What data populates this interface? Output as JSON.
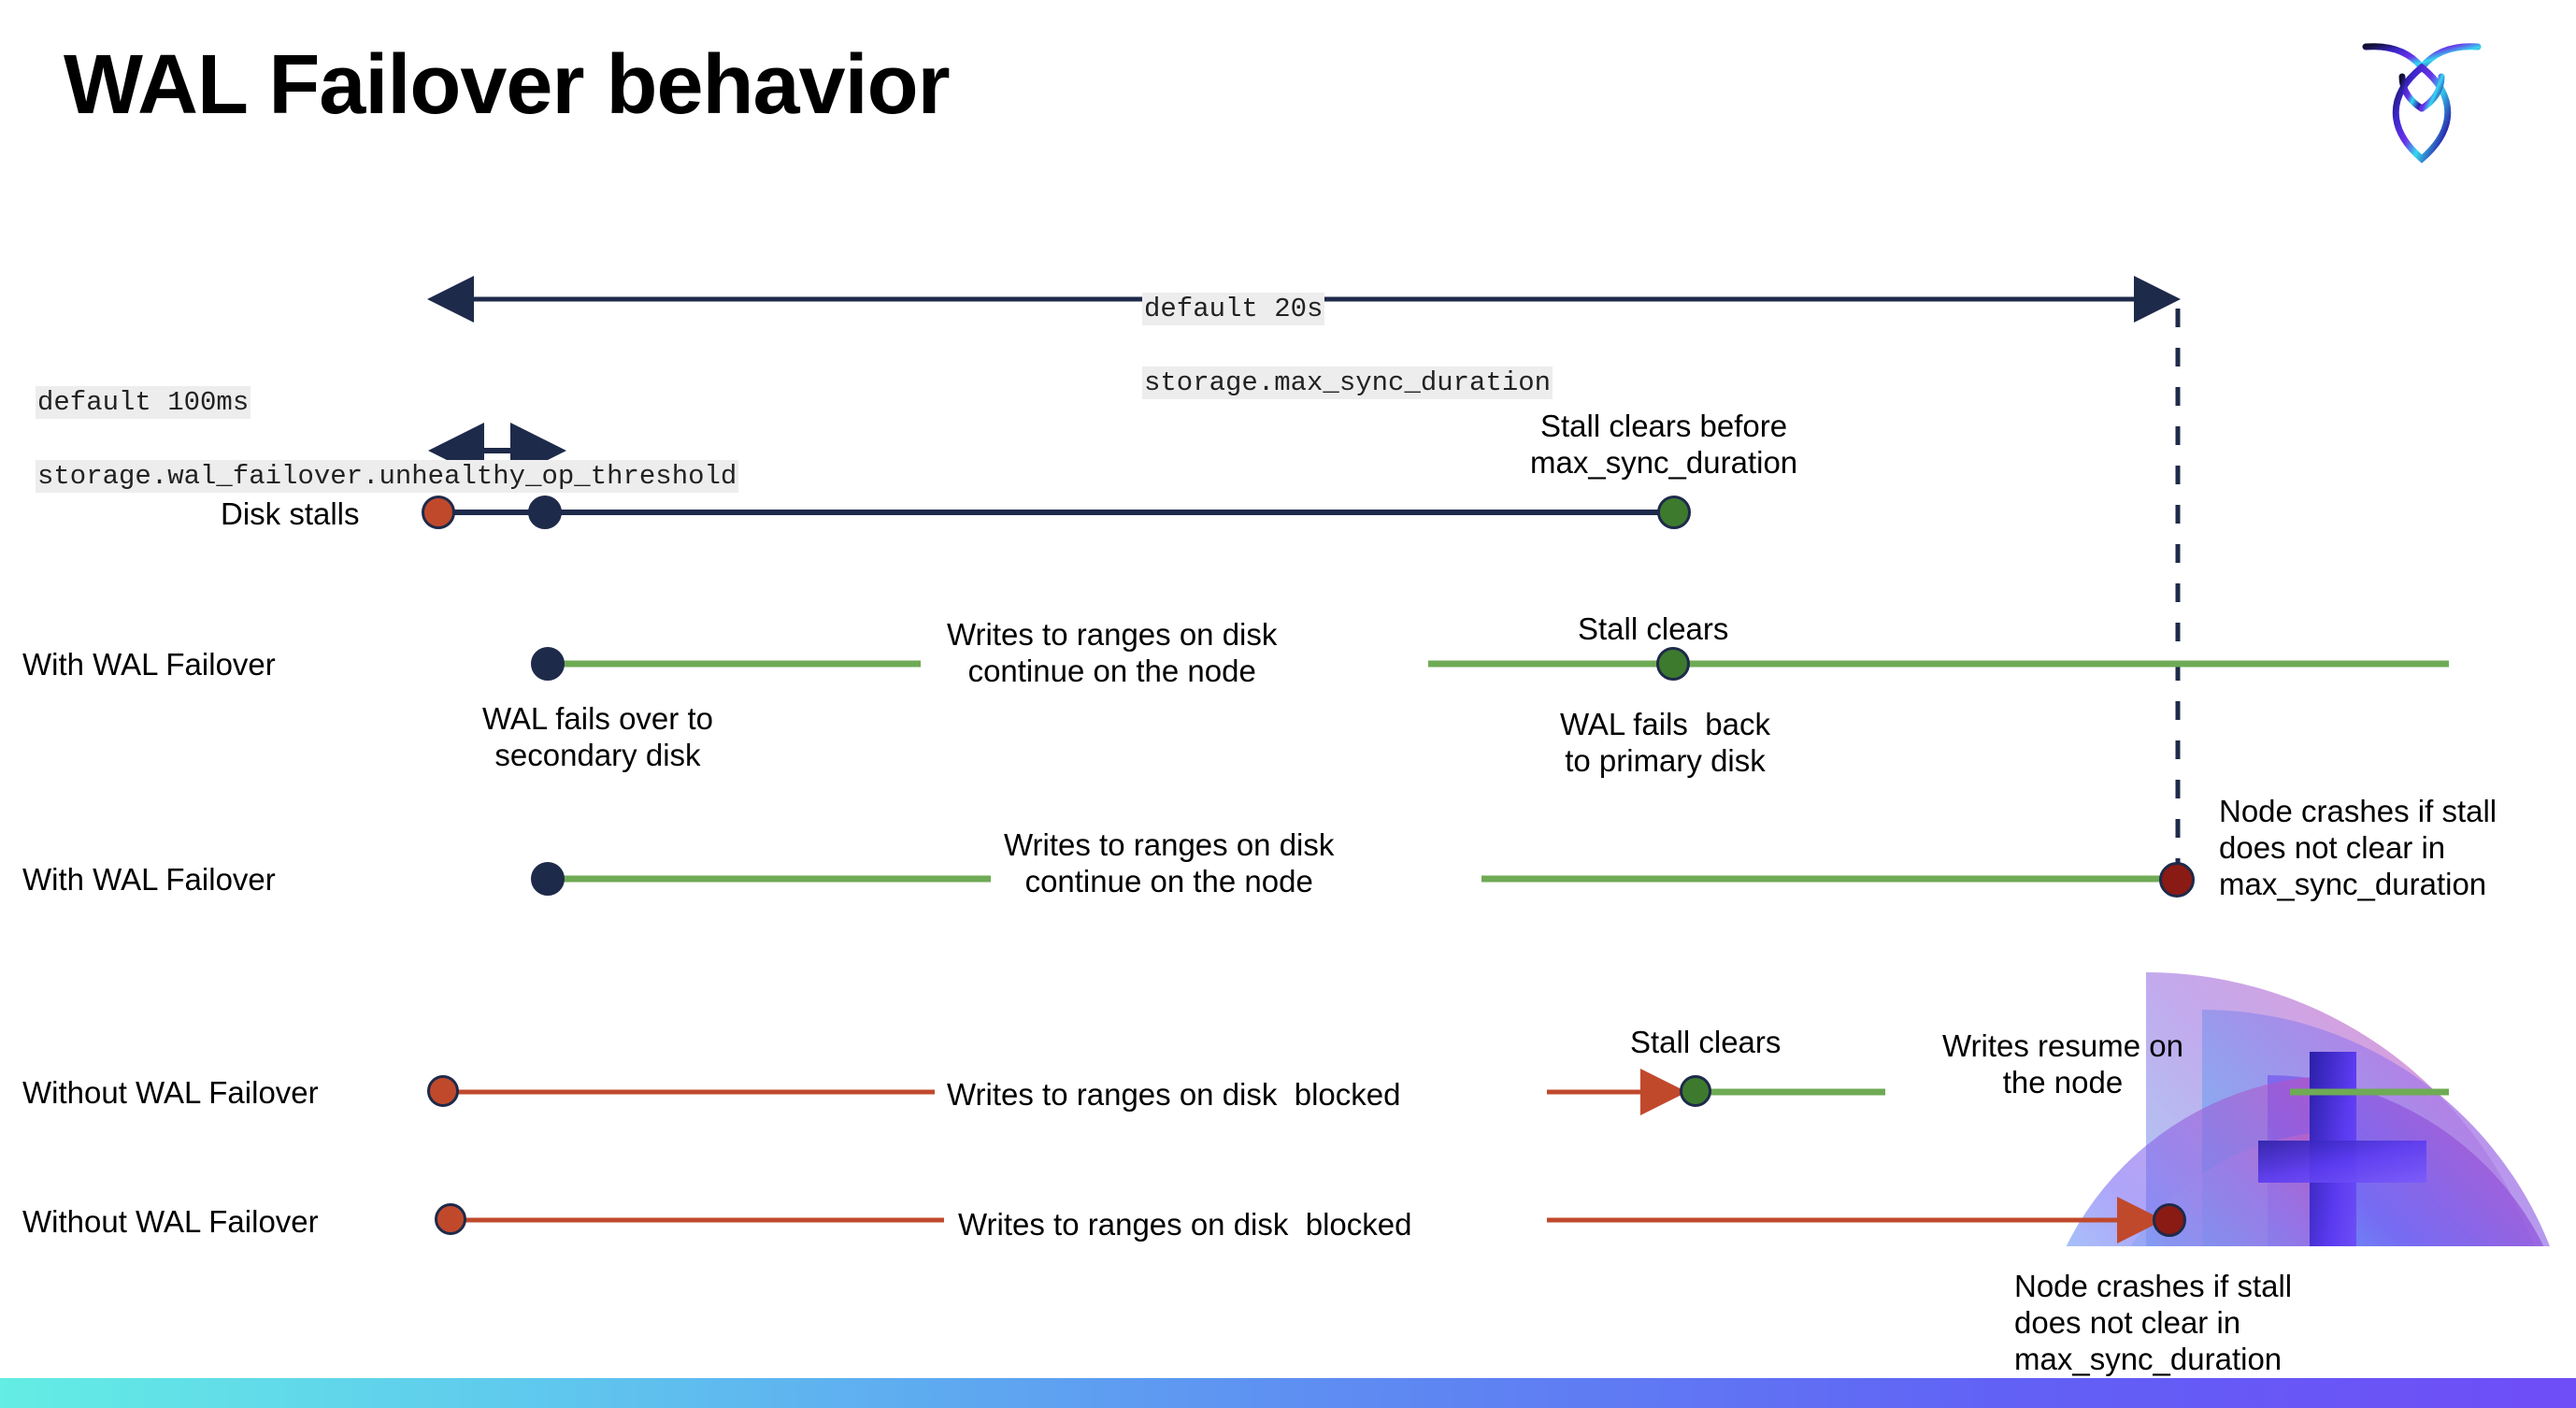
{
  "slide": {
    "title": "WAL Failover behavior",
    "logo_name": "cockroachdb-logo"
  },
  "annotations": {
    "max_sync": {
      "line1": "default 20s",
      "line2": "storage.max_sync_duration"
    },
    "unhealthy": {
      "line1": "default 100ms",
      "line2": "storage.wal_failover.unhealthy_op_threshold"
    }
  },
  "rows": [
    {
      "id": "disk-stalls",
      "label": "Disk stalls",
      "notes": [
        {
          "id": "stall-clears-before",
          "text": "Stall clears before\nmax_sync_duration"
        }
      ]
    },
    {
      "id": "with-wal-failover-1",
      "label": "With WAL Failover",
      "notes": [
        {
          "id": "writes-continue",
          "text": "Writes to ranges on disk\ncontinue on the node"
        },
        {
          "id": "stall-clears",
          "text": "Stall clears"
        },
        {
          "id": "wal-fails-over",
          "text": "WAL fails over to\nsecondary disk"
        },
        {
          "id": "wal-fails-back",
          "text": "WAL fails  back\nto primary disk"
        }
      ]
    },
    {
      "id": "with-wal-failover-2",
      "label": "With WAL Failover",
      "notes": [
        {
          "id": "writes-continue-2",
          "text": "Writes to ranges on disk\ncontinue on the node"
        },
        {
          "id": "node-crashes-1",
          "text": "Node crashes if stall\ndoes not clear in\nmax_sync_duration"
        }
      ]
    },
    {
      "id": "without-wal-failover-1",
      "label": "Without WAL Failover",
      "notes": [
        {
          "id": "writes-blocked-1",
          "text": "Writes to ranges on disk  blocked"
        },
        {
          "id": "stall-clears-2",
          "text": "Stall clears"
        },
        {
          "id": "writes-resume",
          "text": "Writes resume on\nthe node"
        }
      ]
    },
    {
      "id": "without-wal-failover-2",
      "label": "Without WAL Failover",
      "notes": [
        {
          "id": "writes-blocked-2",
          "text": "Writes to ranges on disk  blocked"
        },
        {
          "id": "node-crashes-2",
          "text": "Node crashes if stall\ndoes not clear in\nmax_sync_duration"
        }
      ]
    }
  ],
  "colors": {
    "navy": "#1E2A4A",
    "green_line": "#6FAA55",
    "green_dot": "#3D7A2E",
    "red_line": "#C0492C",
    "orange_dot": "#C0492C",
    "dark_red_dot": "#8A1A14",
    "code_bg": "#EDEDED",
    "bottom_bar_from": "#63EDE4",
    "bottom_bar_to": "#6F4DF7"
  }
}
